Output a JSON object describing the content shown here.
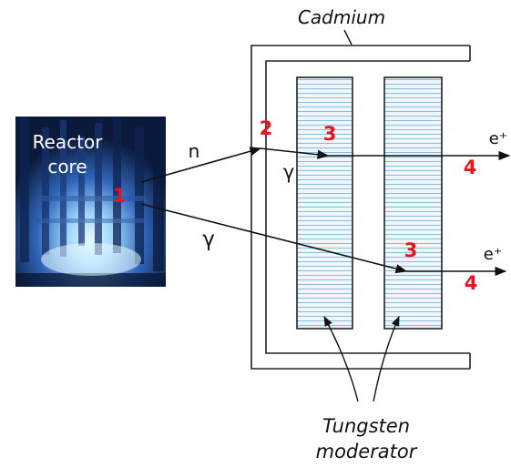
{
  "labels": {
    "cadmium": "Cadmium",
    "reactor_line1": "Reactor",
    "reactor_line2": "core",
    "neutron": "n",
    "gamma_core": "γ",
    "gamma_cadmium": "γ",
    "positron_top": "e⁺",
    "positron_bottom": "e⁺",
    "tungsten_line1": "Tungsten",
    "tungsten_line2": "moderator"
  },
  "markers": {
    "core": "1",
    "cadmium_hit": "2",
    "conversion_top": "3",
    "conversion_bottom": "3",
    "emission_top": "4",
    "emission_bottom": "4"
  },
  "colors": {
    "marker_red": "#e8141c",
    "hatch_blue": "#7fb8d8",
    "plate_fill": "#eaf4fa",
    "core_glow": "#bfe6ff",
    "core_dark": "#0b1a3a"
  }
}
